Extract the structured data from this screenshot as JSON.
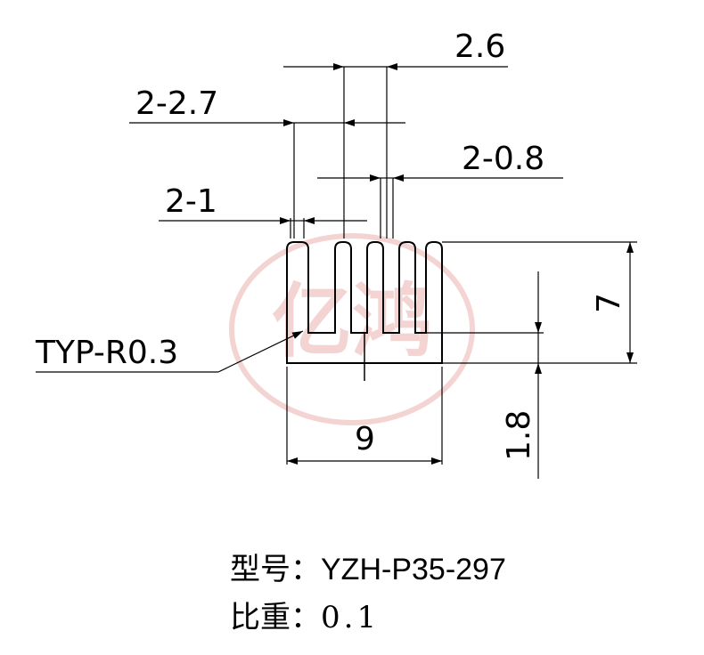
{
  "dimensions": {
    "fin_pitch": "2.6",
    "fin_spacing": "2-2.7",
    "fin_tip_width": "2-0.8",
    "fin_thickness": "2-1",
    "corner_radius": "TYP-R0.3",
    "total_height": "7",
    "width": "9",
    "base_thickness": "1.8"
  },
  "watermark": {
    "text": "亿鸿",
    "color": "#e8a0a0"
  },
  "caption": {
    "model_label": "型号：",
    "model_value": "YZH-P35-297",
    "weight_label": "比重：",
    "weight_value": "0.1"
  }
}
